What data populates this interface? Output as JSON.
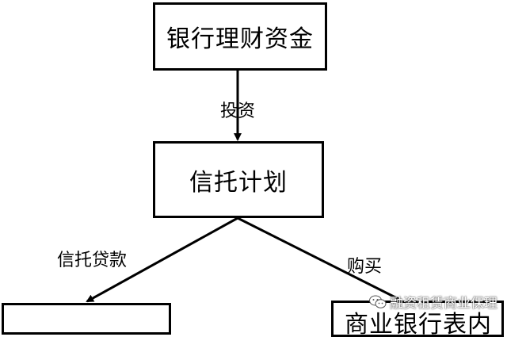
{
  "nodes": {
    "bank_funds": "银行理财资金",
    "trust_plan": "信托计划",
    "left_bottom": "",
    "right_bottom": "商业银行表内"
  },
  "edges": {
    "invest": "投资",
    "trust_loan": "信托贷款",
    "purchase": "购买"
  },
  "watermark": {
    "icon": "wechat-icon",
    "text": "融资租赁商业保理"
  },
  "colors": {
    "line": "#000000",
    "background": "#ffffff"
  }
}
